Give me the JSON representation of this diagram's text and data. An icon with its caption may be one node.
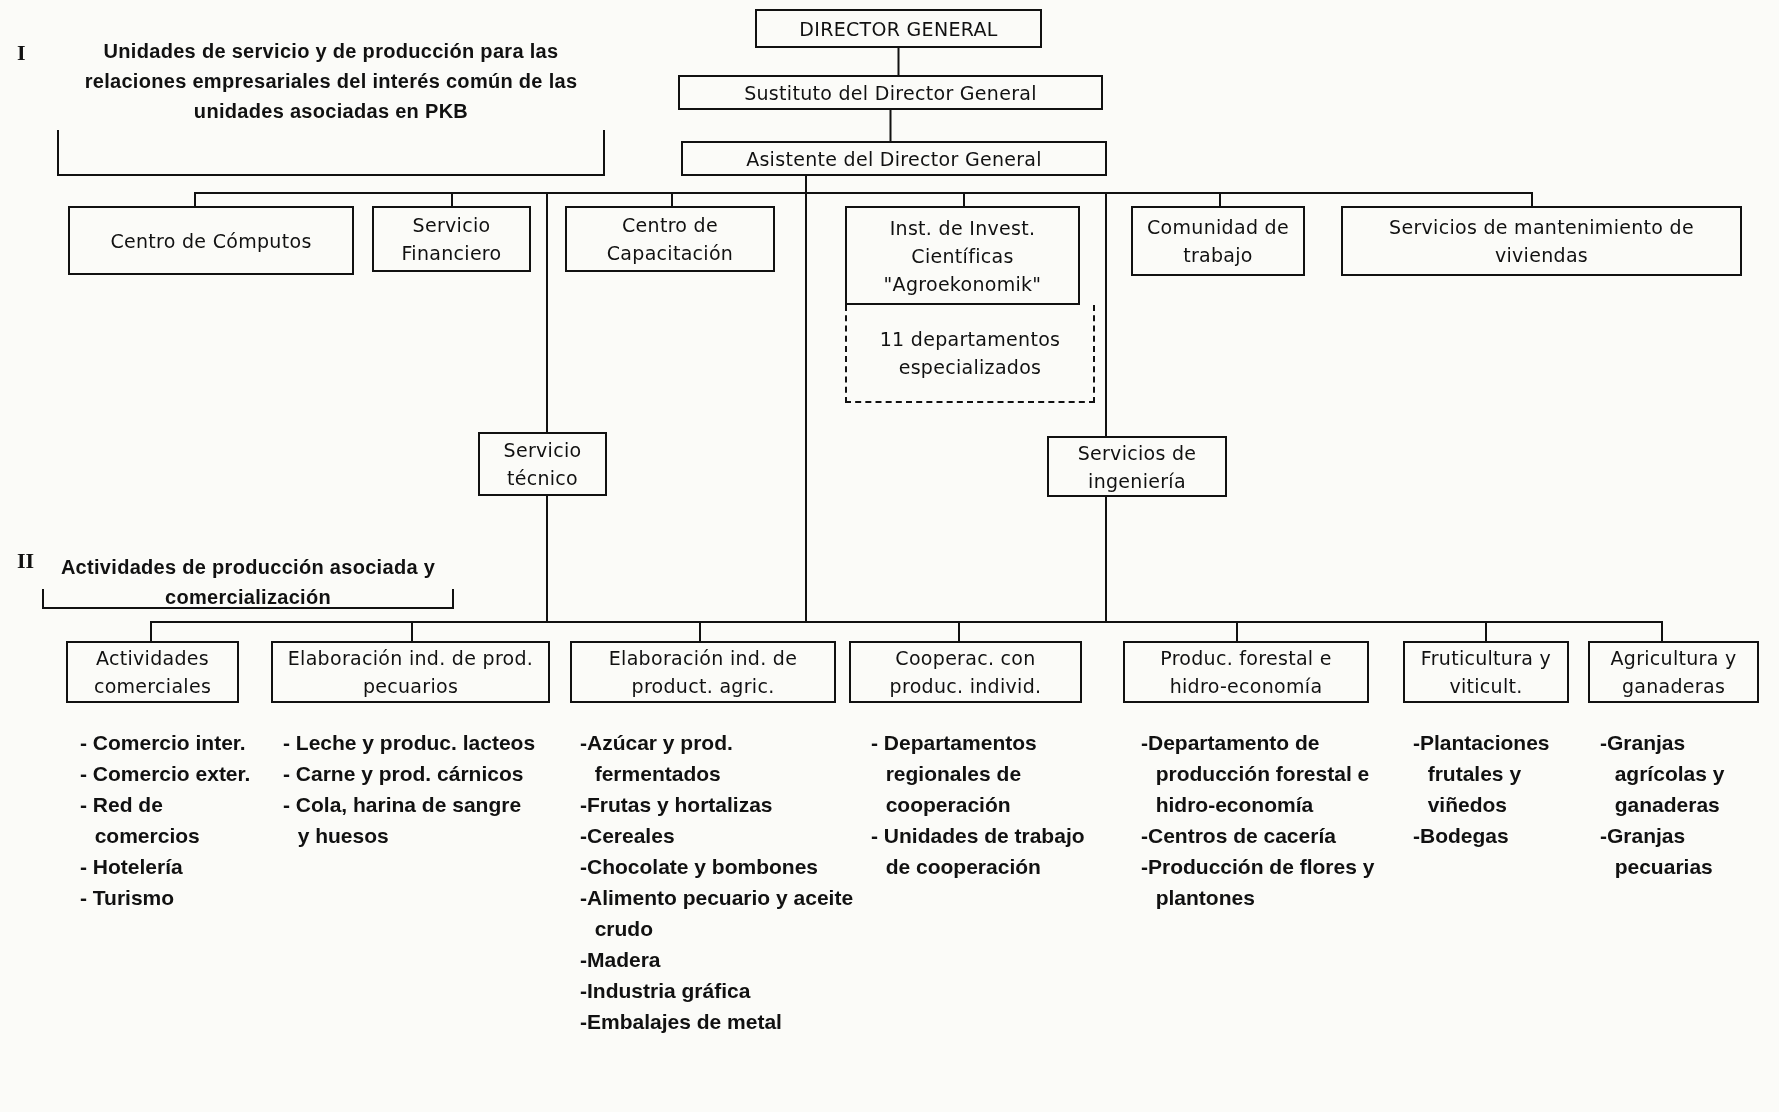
{
  "diagram": {
    "nodes": [
      {
        "text": [
          "DIRECTOR GENERAL"
        ]
      },
      {
        "text": [
          "Sustituto del Director General"
        ]
      },
      {
        "text": [
          "Asistente del Director General"
        ]
      },
      {
        "text": [
          "Unidades de servicio y de producción para las relaciones empresariales del interés común de las unidades asociadas en PKB"
        ]
      },
      {
        "text": [
          "Centro de Cómputos"
        ]
      },
      {
        "text": [
          "Servicio Financiero"
        ]
      },
      {
        "text": [
          "Centro de Capacitación"
        ]
      },
      {
        "text": [
          "Inst. de Invest. Científicas \"Agroekonomik\""
        ]
      },
      {
        "text": [
          "11 departamentos especializados"
        ]
      },
      {
        "text": [
          "Comunidad de trabajo"
        ]
      },
      {
        "text": [
          "Servicios de mantenimiento de viviendas"
        ]
      },
      {
        "text": [
          "Servicio técnico"
        ]
      },
      {
        "text": [
          "Servicios de ingeniería"
        ]
      },
      {
        "text": [
          "Actividades de producción asociada y comercialización"
        ]
      },
      {
        "text": [
          "Actividades comerciales"
        ],
        "beside": [
          "- Comercio inter.",
          "- Comercio exter.",
          "- Red de comercios",
          "- Hotelería",
          "- Turismo"
        ]
      },
      {
        "text": [
          "Elaboración ind. de prod. pecuarios"
        ],
        "beside": [
          "- Leche y produc. lacteos",
          "- Carne y prod. cárnicos",
          "- Cola, harina de sangre y huesos"
        ]
      },
      {
        "text": [
          "Elaboración ind. de product. agric."
        ],
        "beside": [
          "-Azúcar y prod. fermentados",
          "-Frutas y hortalizas",
          "-Cereales",
          "-Chocolate y bombones",
          "-Alimento pecuario y aceite crudo",
          "-Madera",
          "-Industria gráfica",
          "-Embalajes de metal"
        ]
      },
      {
        "text": [
          "Cooperac. con produc. individ."
        ],
        "beside": [
          "- Departamentos regionales de cooperación",
          "- Unidades de trabajo de cooperación"
        ]
      },
      {
        "text": [
          "Produc. forestal e hidro-economía"
        ],
        "beside": [
          "-Departamento de producción forestal e hidro-economía",
          "-Centros de cacería",
          "-Producción de flores y plantones"
        ]
      },
      {
        "text": [
          "Fruticultura y viticult."
        ],
        "beside": [
          "-Plantaciones frutales y viñedos",
          "-Bodegas"
        ]
      },
      {
        "text": [
          "Agricultura y ganaderas"
        ],
        "beside": [
          "-Granjas agrícolas y ganaderas",
          "-Granjas pecuarias"
        ]
      }
    ],
    "edges": [
      {
        "from": 0,
        "to": 1,
        "arrow": "none"
      },
      {
        "from": 1,
        "to": 2,
        "arrow": "none"
      },
      {
        "from": 2,
        "to": 4,
        "arrow": "none"
      },
      {
        "from": 2,
        "to": 5,
        "arrow": "none"
      },
      {
        "from": 2,
        "to": 6,
        "arrow": "none"
      },
      {
        "from": 2,
        "to": 7,
        "arrow": "none"
      },
      {
        "from": 2,
        "to": 9,
        "arrow": "none"
      },
      {
        "from": 2,
        "to": 10,
        "arrow": "none"
      },
      {
        "from": 2,
        "to": 11,
        "arrow": "none"
      },
      {
        "from": 2,
        "to": 12,
        "arrow": "none"
      },
      {
        "from": 2,
        "to": 14,
        "arrow": "none"
      },
      {
        "from": 2,
        "to": 15,
        "arrow": "none"
      },
      {
        "from": 2,
        "to": 16,
        "arrow": "none"
      },
      {
        "from": 2,
        "to": 17,
        "arrow": "none"
      },
      {
        "from": 2,
        "to": 18,
        "arrow": "none"
      },
      {
        "from": 2,
        "to": 19,
        "arrow": "none"
      },
      {
        "from": 2,
        "to": 20,
        "arrow": "none"
      },
      {
        "from": 11,
        "to": 14,
        "arrow": "none"
      },
      {
        "from": 11,
        "to": 15,
        "arrow": "none"
      },
      {
        "from": 11,
        "to": 16,
        "arrow": "none"
      },
      {
        "from": 11,
        "to": 17,
        "arrow": "none"
      },
      {
        "from": 11,
        "to": 18,
        "arrow": "none"
      },
      {
        "from": 11,
        "to": 19,
        "arrow": "none"
      },
      {
        "from": 11,
        "to": 20,
        "arrow": "none"
      },
      {
        "from": 12,
        "to": 14,
        "arrow": "none"
      },
      {
        "from": 12,
        "to": 15,
        "arrow": "none"
      },
      {
        "from": 12,
        "to": 16,
        "arrow": "none"
      },
      {
        "from": 12,
        "to": 17,
        "arrow": "none"
      },
      {
        "from": 12,
        "to": 18,
        "arrow": "none"
      },
      {
        "from": 12,
        "to": 19,
        "arrow": "none"
      },
      {
        "from": 12,
        "to": 20,
        "arrow": "none"
      }
    ],
    "labels": [
      "I",
      "II"
    ]
  }
}
